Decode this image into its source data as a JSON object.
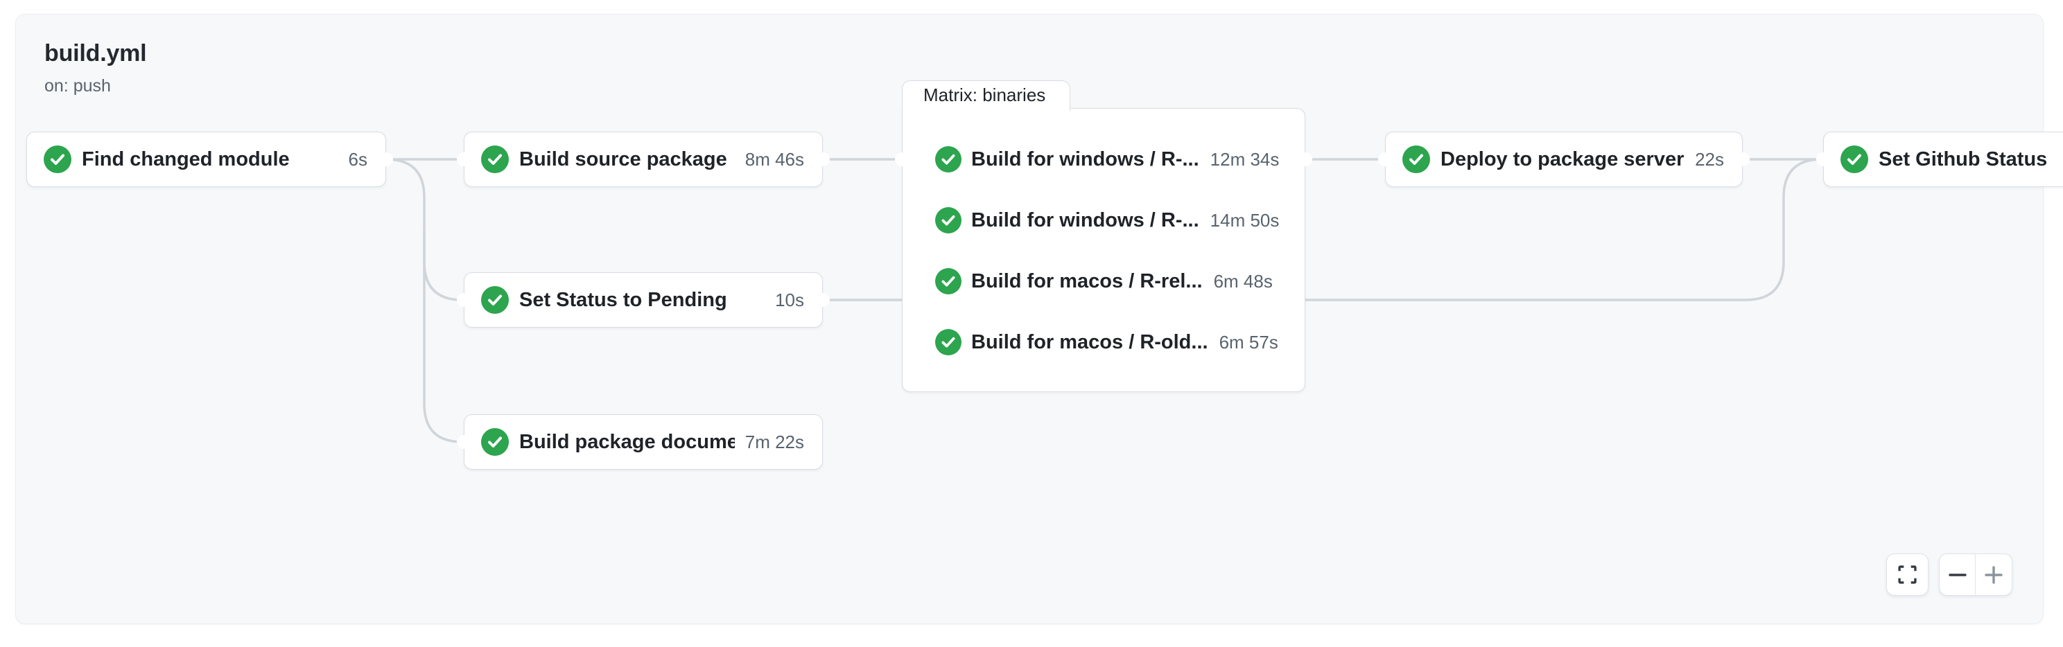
{
  "header": {
    "title": "build.yml",
    "trigger": "on: push"
  },
  "jobs": {
    "find_changed_module": {
      "label": "Find changed module",
      "duration": "6s",
      "status": "success"
    },
    "build_source_package": {
      "label": "Build source package",
      "duration": "8m 46s",
      "status": "success"
    },
    "set_status_to_pending": {
      "label": "Set Status to Pending",
      "duration": "10s",
      "status": "success"
    },
    "build_package_docs": {
      "label": "Build package docume...",
      "duration": "7m 22s",
      "status": "success"
    },
    "deploy_package_server": {
      "label": "Deploy to package server",
      "duration": "22s",
      "status": "success"
    },
    "set_github_status": {
      "label": "Set Github Status",
      "duration": "",
      "status": "success"
    }
  },
  "matrix": {
    "label": "Matrix: binaries",
    "jobs": [
      {
        "label": "Build for windows / R-...",
        "duration": "12m 34s",
        "status": "success"
      },
      {
        "label": "Build for windows / R-...",
        "duration": "14m 50s",
        "status": "success"
      },
      {
        "label": "Build for macos / R-rel...",
        "duration": "6m 48s",
        "status": "success"
      },
      {
        "label": "Build for macos / R-old...",
        "duration": "6m 57s",
        "status": "success"
      }
    ]
  },
  "controls": {
    "fullscreen_icon": "expand-icon",
    "zoom_out_icon": "minus-icon",
    "zoom_in_icon": "plus-icon"
  },
  "colors": {
    "success_green": "#2da44e",
    "edge_gray": "#d0d5da",
    "node_border": "#d8dde3",
    "canvas_bg": "#f6f8fa",
    "label_text": "#1f2328",
    "duration_text": "#59636e"
  }
}
